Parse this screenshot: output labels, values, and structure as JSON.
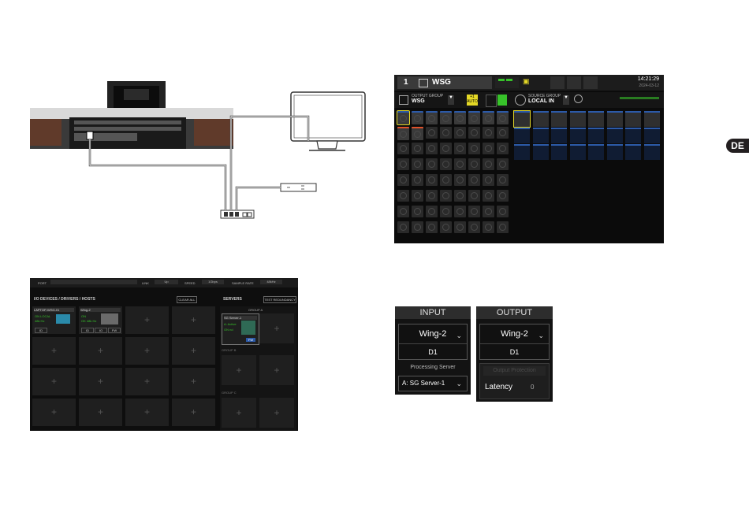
{
  "language_tab": "DE",
  "wsg_panel": {
    "slot_number": "1",
    "name": "WSG",
    "time": "14:21:29",
    "date": "2024-03-12",
    "output_group_label": "OUTPUT GROUP",
    "output_group_value": "WSG",
    "source_group_label": "SOURCE GROUP",
    "source_group_value": "LOCAL IN",
    "auto_label": "AUTO",
    "auto_value": "+1"
  },
  "io_panel": {
    "port_label": "PORT",
    "link_label": "LINK",
    "link_value": "Up",
    "speed_label": "SPEED",
    "speed_value": "1Gbps",
    "sample_rate_label": "SAMPLE RATE",
    "sample_rate_value": "48kHz",
    "devices_title": "I/O DEVICES / DRIVERS / HOSTS",
    "clear_all": "CLEAR ALL",
    "servers_title": "SERVERS",
    "test_redundancy": "TEST REDUNDANCY",
    "group_a": "GROUP A",
    "group_b": "GROUP B",
    "group_c": "GROUP C",
    "device1_name": "LAPTOP-WSG-01",
    "device1_status1": "ON  LOCAL",
    "device1_status2": "48k  Hz",
    "device2_name": "Wing-2",
    "device2_status1": "ON",
    "device2_status2": "OK  48k  Hz",
    "device_btn_id": "ID",
    "device_btn_io": "IO",
    "device_btn_fw": "FW",
    "server_name": "SG Server-1",
    "server_status1": "A: Active",
    "server_status2": "ON  nd",
    "server_btn": "FW",
    "plus": "+"
  },
  "input_panel": {
    "title": "INPUT",
    "device": "Wing-2",
    "channel": "D1",
    "processing_server_label": "Processing Server",
    "processing_server_value": "A: SG Server-1"
  },
  "output_panel": {
    "title": "OUTPUT",
    "device": "Wing-2",
    "channel": "D1",
    "disabled_field": "Output Protection",
    "latency_label": "Latency",
    "latency_value": "0"
  },
  "colors": {
    "accent_orange": "#e0512a",
    "active_green": "#37c22a",
    "auto_yellow": "#e4d826",
    "blue_header": "#2c5aa8"
  }
}
